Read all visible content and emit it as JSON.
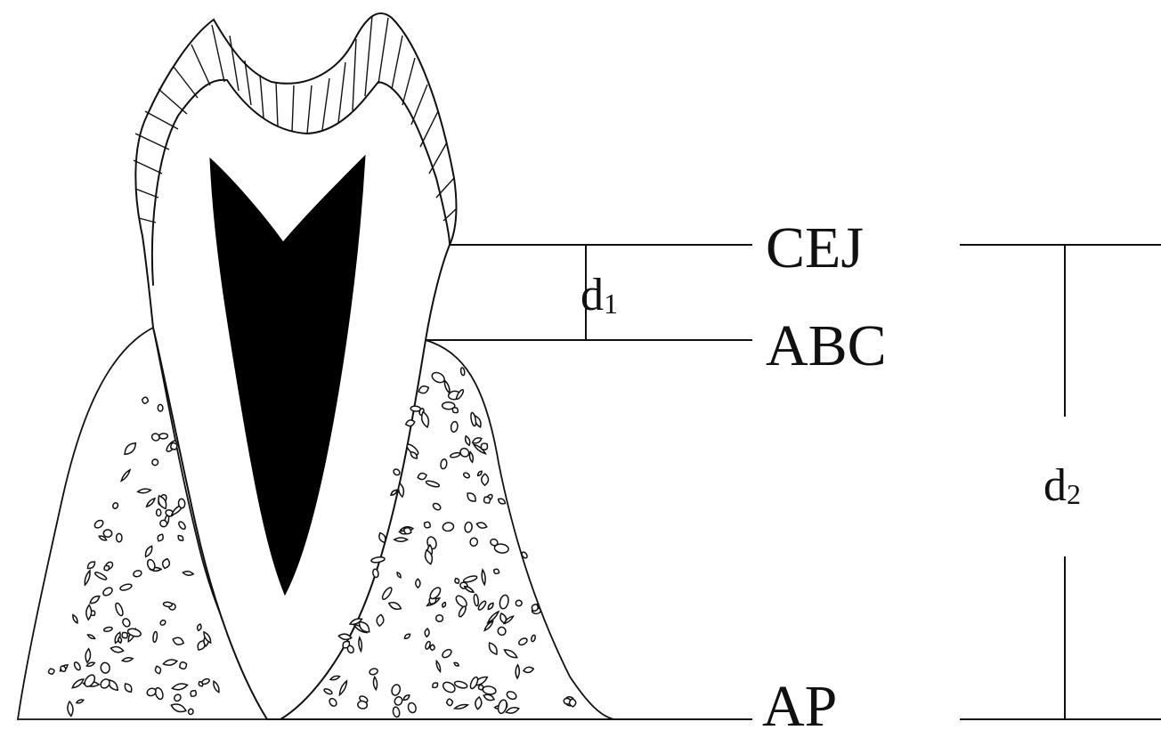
{
  "labels": {
    "cej": "CEJ",
    "abc": "ABC",
    "ap": "AP",
    "d1_base": "d",
    "d1_sub": "1",
    "d2_base": "d",
    "d2_sub": "2"
  }
}
